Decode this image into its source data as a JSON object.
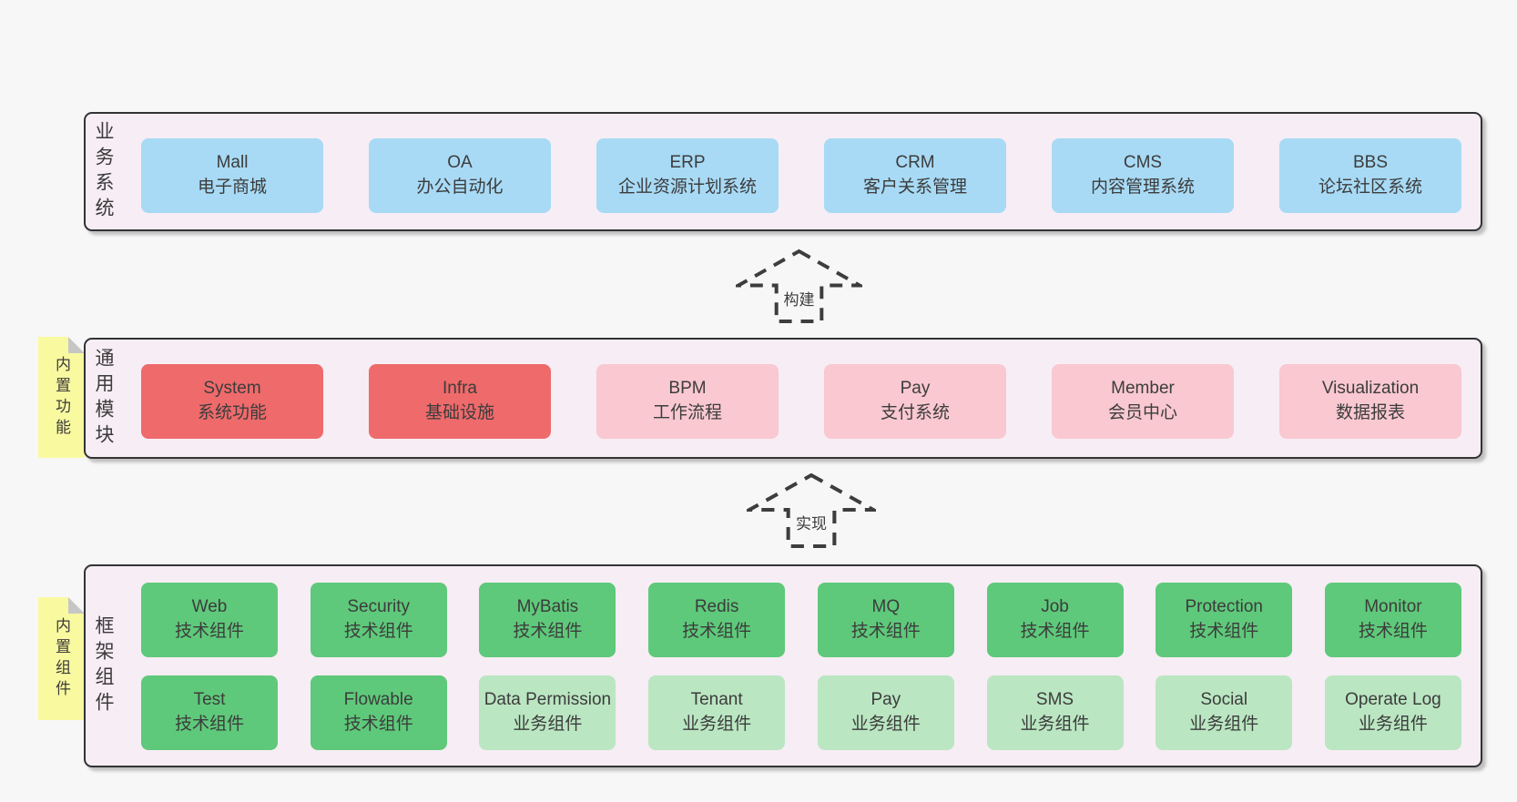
{
  "colors": {
    "page_bg": "#f7f7f7",
    "layer_bg": "#f7edf5",
    "layer_border": "#333333",
    "blue": "#a8daf5",
    "red": "#ef6a6b",
    "pink": "#f9c8d1",
    "green": "#5ec97a",
    "light_green": "#bae6c2",
    "note_yellow": "#f9f9a0",
    "fold_gray": "#c6c6c6",
    "arrow_dash": "#3d3d3d",
    "text": "#3c3c3c"
  },
  "layers": {
    "business": {
      "label": "业务系统",
      "boxes": [
        {
          "title": "Mall",
          "subtitle": "电子商城"
        },
        {
          "title": "OA",
          "subtitle": "办公自动化"
        },
        {
          "title": "ERP",
          "subtitle": "企业资源计划系统"
        },
        {
          "title": "CRM",
          "subtitle": "客户关系管理"
        },
        {
          "title": "CMS",
          "subtitle": "内容管理系统"
        },
        {
          "title": "BBS",
          "subtitle": "论坛社区系统"
        }
      ]
    },
    "common": {
      "label": "通用模块",
      "note": "内置功能",
      "boxes": [
        {
          "title": "System",
          "subtitle": "系统功能"
        },
        {
          "title": "Infra",
          "subtitle": "基础设施"
        },
        {
          "title": "BPM",
          "subtitle": "工作流程"
        },
        {
          "title": "Pay",
          "subtitle": "支付系统"
        },
        {
          "title": "Member",
          "subtitle": "会员中心"
        },
        {
          "title": "Visualization",
          "subtitle": "数据报表"
        }
      ]
    },
    "framework": {
      "label": "框架组件",
      "note": "内置组件",
      "row1": [
        {
          "title": "Web",
          "subtitle": "技术组件"
        },
        {
          "title": "Security",
          "subtitle": "技术组件"
        },
        {
          "title": "MyBatis",
          "subtitle": "技术组件"
        },
        {
          "title": "Redis",
          "subtitle": "技术组件"
        },
        {
          "title": "MQ",
          "subtitle": "技术组件"
        },
        {
          "title": "Job",
          "subtitle": "技术组件"
        },
        {
          "title": "Protection",
          "subtitle": "技术组件"
        },
        {
          "title": "Monitor",
          "subtitle": "技术组件"
        }
      ],
      "row2": [
        {
          "title": "Test",
          "subtitle": "技术组件"
        },
        {
          "title": "Flowable",
          "subtitle": "技术组件"
        },
        {
          "title": "Data Permission",
          "subtitle": "业务组件"
        },
        {
          "title": "Tenant",
          "subtitle": "业务组件"
        },
        {
          "title": "Pay",
          "subtitle": "业务组件"
        },
        {
          "title": "SMS",
          "subtitle": "业务组件"
        },
        {
          "title": "Social",
          "subtitle": "业务组件"
        },
        {
          "title": "Operate Log",
          "subtitle": "业务组件"
        }
      ]
    }
  },
  "arrows": {
    "build": "构建",
    "implement": "实现"
  }
}
